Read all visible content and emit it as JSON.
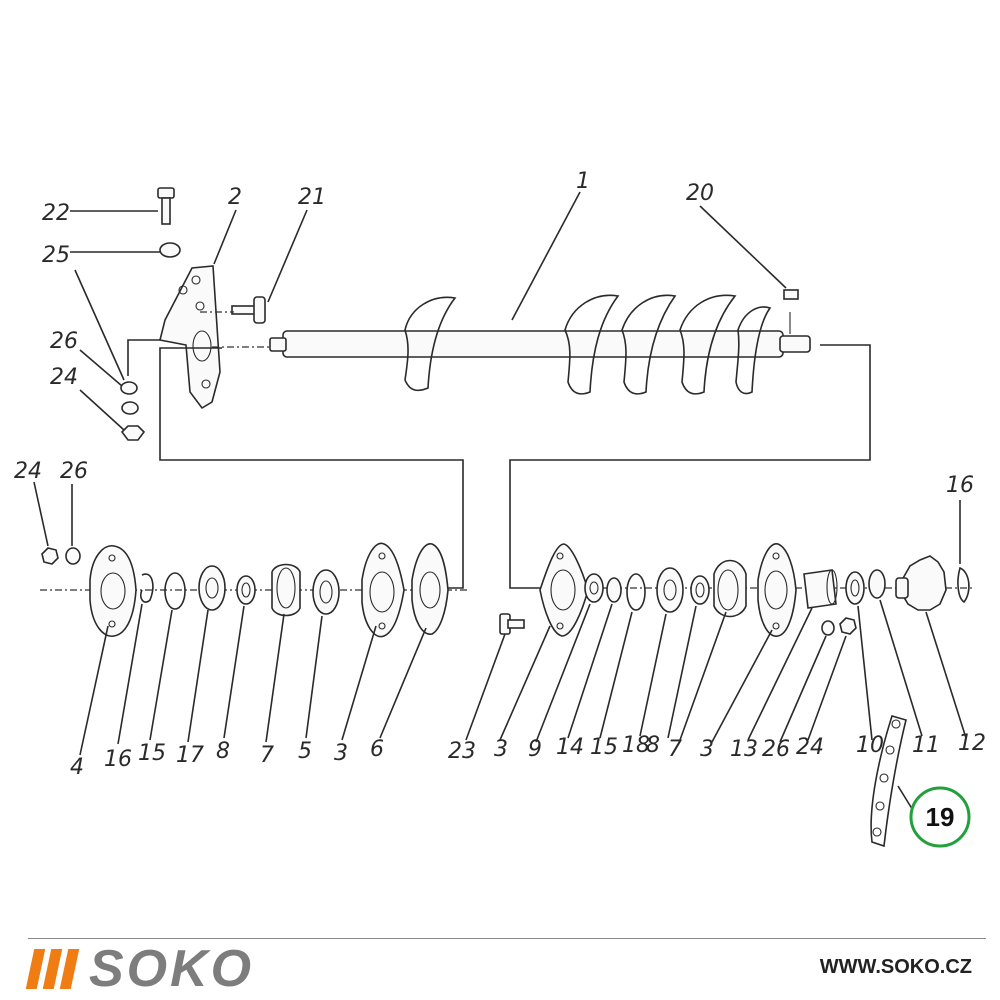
{
  "labels": {
    "top": [
      "22",
      "2",
      "21",
      "1",
      "20",
      "25",
      "26",
      "24"
    ],
    "left": [
      "24",
      "26",
      "4",
      "16",
      "15",
      "17",
      "8",
      "7",
      "5",
      "3",
      "6"
    ],
    "right": [
      "16",
      "23",
      "3",
      "9",
      "14",
      "15",
      "18",
      "8",
      "7",
      "3",
      "13",
      "26",
      "24",
      "10",
      "11",
      "12"
    ]
  },
  "highlight": {
    "label": "19",
    "color": "#22a03c"
  },
  "footer": {
    "brand": "SOKO",
    "website": "WWW.SOKO.CZ",
    "brand_color": "#f07d14"
  }
}
